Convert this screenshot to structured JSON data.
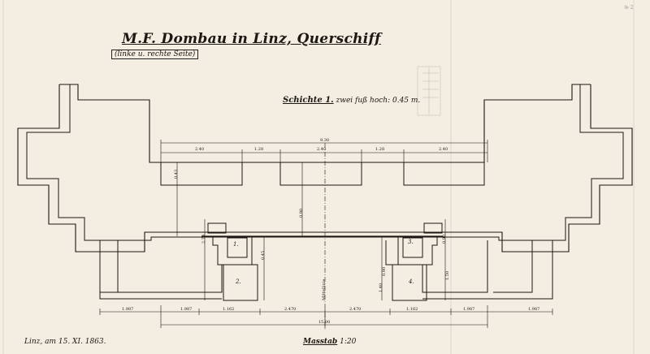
{
  "document": {
    "title": "M.F. Dombau in Linz, Querschiff",
    "subtitle": "(linke u. rechte Seite)",
    "layer_label": "Schichte 1.",
    "layer_note": "zwei fuß hoch: 0.45 m.",
    "date_label": "Linz, am 15. XI. 1863.",
    "scale_label": "Masstab",
    "scale_value": "1:20",
    "corner_mark": "№ 2"
  },
  "dimensions": {
    "top_chain": [
      "2.40",
      "1.28",
      "2.40",
      "1.28",
      "2.40"
    ],
    "top_total": "9.30",
    "bottom_chain": [
      "1.987",
      "1.987",
      "1.162",
      "2.470",
      "2.470",
      "1.162",
      "1.987",
      "1.987"
    ],
    "bottom_total": "15.00",
    "vertical": [
      "0.43",
      "0.90",
      "2.70",
      "0.45",
      "1.40",
      "0.90",
      "1.50",
      "0.90"
    ],
    "center_axis": "Mittellinie"
  },
  "room_labels": [
    "1.",
    "2.",
    "3.",
    "4."
  ],
  "colors": {
    "paper": "#f3ede2",
    "ink": "#1b1712",
    "faint": "#c9c2b5"
  }
}
